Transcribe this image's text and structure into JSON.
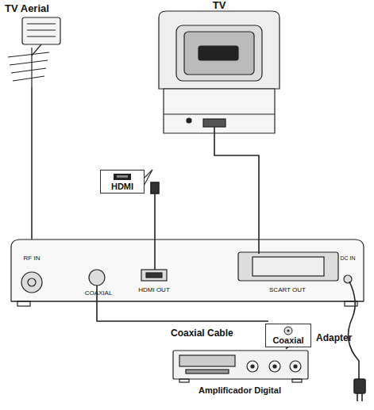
{
  "diagram": {
    "nodes": [
      {
        "text": [
          "HDMI"
        ]
      },
      {
        "text": [
          "Coaxial"
        ]
      }
    ],
    "labels": [
      "TV Aerial",
      "TV",
      "RF IN",
      "COAXIAL",
      "HDMI OUT",
      "SCART OUT",
      "DC IN",
      "Coaxial Cable",
      "Adapter",
      "Amplificador Digital"
    ]
  }
}
